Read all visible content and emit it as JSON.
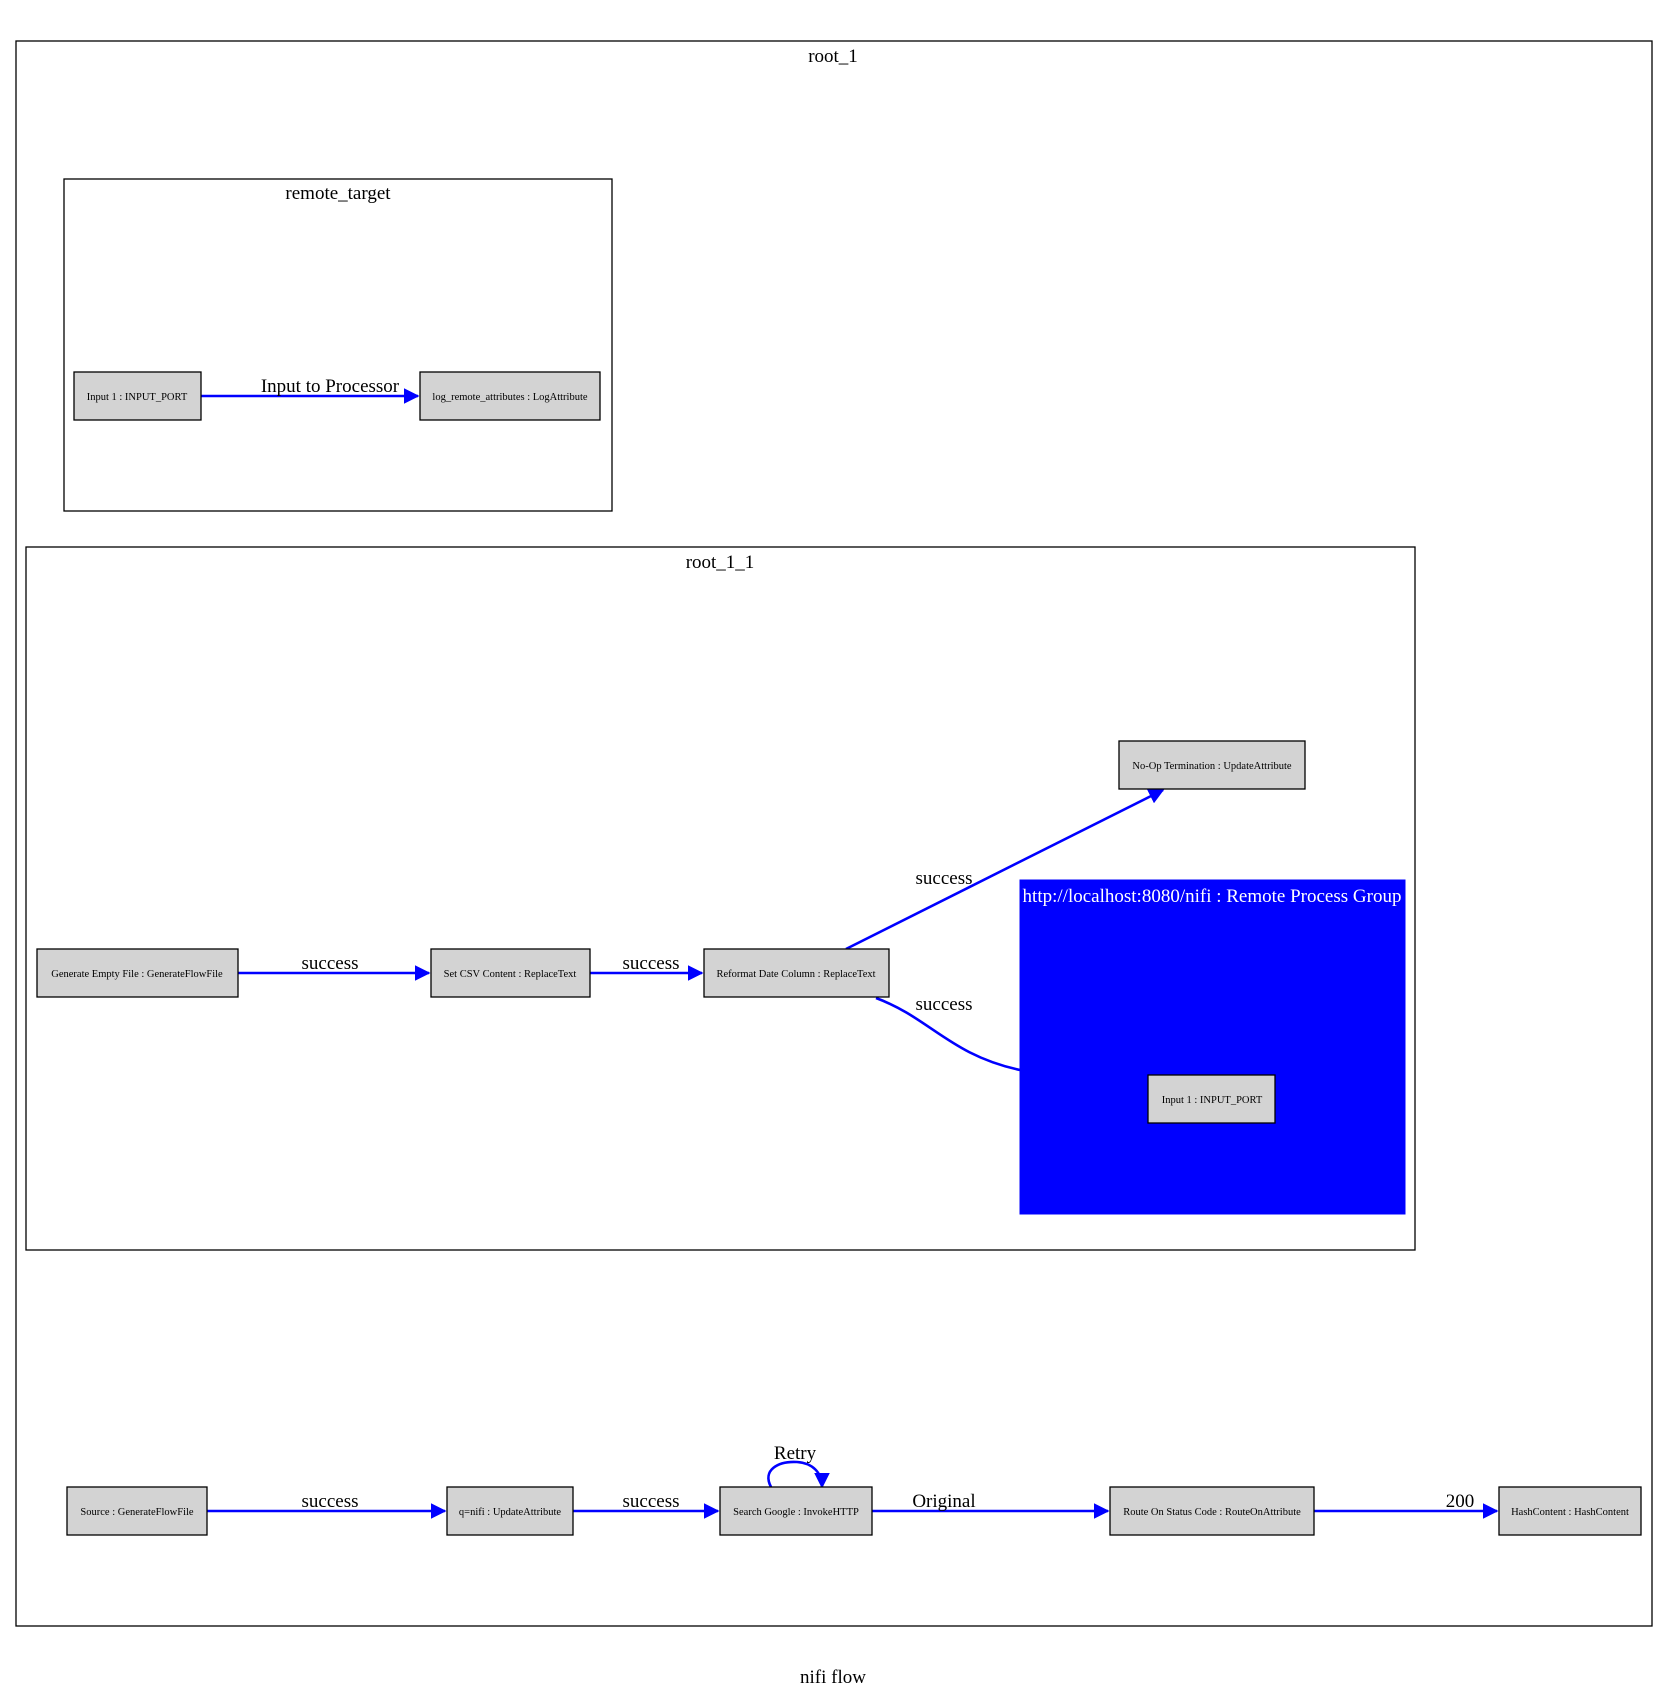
{
  "graph": {
    "label": "nifi flow",
    "colors": {
      "edge": "#0000ff",
      "remote_group_fill": "#0000ff",
      "remote_group_text": "#ffffff",
      "node_fill": "#d3d3d3"
    }
  },
  "clusters": {
    "root": {
      "title": "root_1"
    },
    "remote_target": {
      "title": "remote_target"
    },
    "root_1_1": {
      "title": "root_1_1"
    },
    "remote_group": {
      "title": "http://localhost:8080/nifi : Remote Process Group"
    }
  },
  "nodes": {
    "rt_input": "Input 1 : INPUT_PORT",
    "rt_log": "log_remote_attributes : LogAttribute",
    "gen_empty": "Generate Empty File : GenerateFlowFile",
    "set_csv": "Set CSV Content : ReplaceText",
    "reformat": "Reformat Date Column : ReplaceText",
    "noop": "No-Op Termination : UpdateAttribute",
    "rpg_input": "Input 1 : INPUT_PORT",
    "source": "Source : GenerateFlowFile",
    "qnifi": "q=nifi : UpdateAttribute",
    "search": "Search Google : InvokeHTTP",
    "route": "Route On Status Code : RouteOnAttribute",
    "hash": "HashContent : HashContent"
  },
  "edges": {
    "input_to_processor": "Input to Processor",
    "gen_to_csv": "success",
    "csv_to_reformat": "success",
    "reformat_to_noop": "success",
    "reformat_to_rpg": "success",
    "source_to_qnifi": "success",
    "qnifi_to_search": "success",
    "search_retry": "Retry",
    "search_to_route": "Original",
    "route_to_hash": "200"
  }
}
